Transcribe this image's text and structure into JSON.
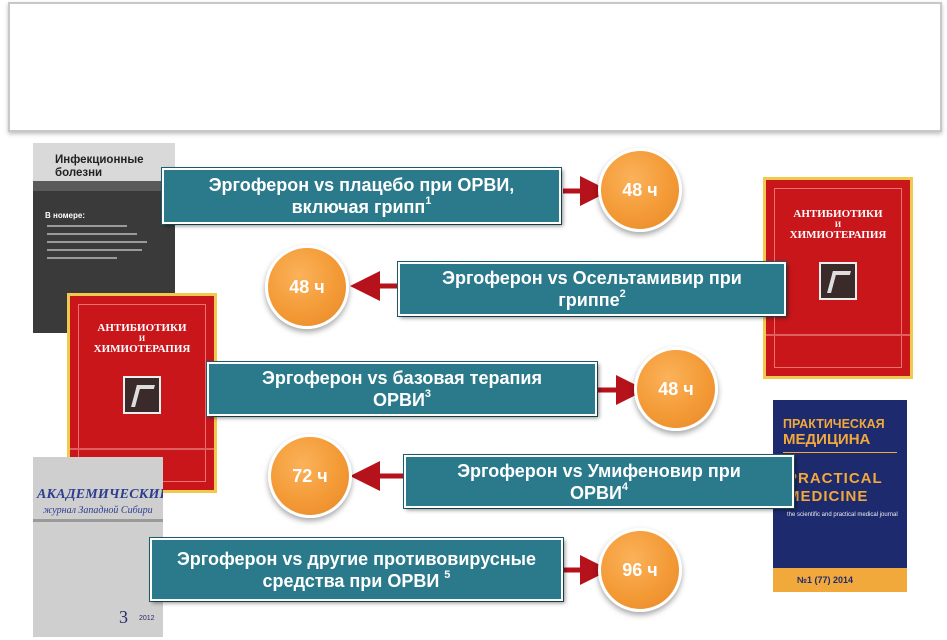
{
  "slide": {
    "title": ""
  },
  "covers": {
    "infection": {
      "name_line1": "Инфекционные",
      "name_line2": "болезни",
      "in_issue": "В номере:"
    },
    "red_journal": {
      "name_line1": "АНТИБИОТИКИ",
      "name_line2": "И",
      "name_line3": "ХИМИОТЕРАПИЯ"
    },
    "academic": {
      "name_line1": "АКАДЕМИЧЕСКИЙ",
      "name_line2": "журнал Западной Сибири",
      "issue": "3",
      "year": "2012"
    },
    "practical_medicine": {
      "ru_line1": "ПРАКТИЧЕСКАЯ",
      "ru_line2": "МЕДИЦИНА",
      "en_line1": "PRACTICAL",
      "en_line2": "MEDICINE",
      "en_sub": "the scientific and practical medical journal",
      "issue": "№1 (77) 2014"
    }
  },
  "comparisons": [
    {
      "line1": "Эргоферон vs плацебо при ОРВИ,",
      "line2": "включая грипп",
      "ref": "1",
      "time": "48 ч"
    },
    {
      "line1": "Эргоферон vs Осельтамивир при",
      "line2": "гриппе",
      "ref": "2",
      "time": "48 ч"
    },
    {
      "line1": "Эргоферон vs базовая терапия",
      "line2": "ОРВИ",
      "ref": "3",
      "time": "48 ч"
    },
    {
      "line1": "Эргоферон vs Умифеновир при",
      "line2": "ОРВИ",
      "ref": "4",
      "time": "72 ч"
    },
    {
      "line1": "Эргоферон vs другие противовирусные",
      "line2": "средства при ОРВИ ",
      "ref": "5",
      "time": "96 ч"
    }
  ],
  "colors": {
    "label_bg": "#2a7a8c",
    "circle": "#f39a36",
    "arrow": "#b5121b"
  }
}
